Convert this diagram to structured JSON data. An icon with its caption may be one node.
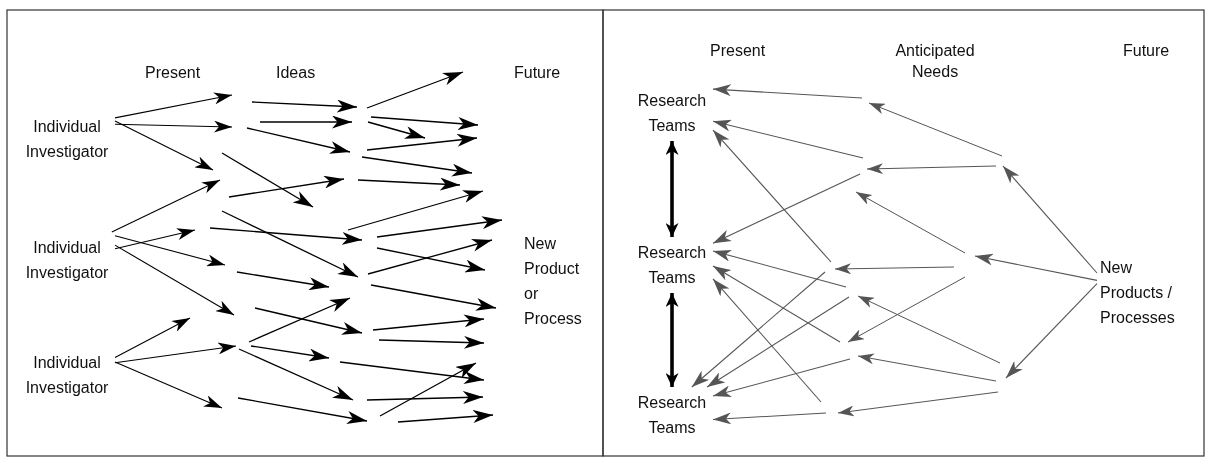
{
  "diagram": {
    "nodes": [
      {
        "text": [
          "Individual Investigator"
        ]
      },
      {
        "text": [
          "Individual Investigator"
        ]
      },
      {
        "text": [
          "Individual Investigator"
        ]
      },
      {
        "text": [
          "New Product or Process"
        ]
      },
      {
        "text": [
          "Research Teams"
        ]
      },
      {
        "text": [
          "Research Teams"
        ]
      },
      {
        "text": [
          "Research Teams"
        ]
      },
      {
        "text": [
          "New Products / Processes"
        ]
      }
    ],
    "edges": [
      {
        "from": 0,
        "to": null,
        "arrow": "to",
        "color": "#000000"
      },
      {
        "from": 0,
        "to": null,
        "arrow": "to",
        "color": "#000000"
      },
      {
        "from": 0,
        "to": null,
        "arrow": "to",
        "color": "#000000"
      },
      {
        "from": 1,
        "to": null,
        "arrow": "to",
        "color": "#000000"
      },
      {
        "from": 1,
        "to": null,
        "arrow": "to",
        "color": "#000000"
      },
      {
        "from": 1,
        "to": null,
        "arrow": "to",
        "color": "#000000"
      },
      {
        "from": 1,
        "to": null,
        "arrow": "to",
        "color": "#000000"
      },
      {
        "from": 2,
        "to": null,
        "arrow": "to",
        "color": "#000000"
      },
      {
        "from": 2,
        "to": null,
        "arrow": "to",
        "color": "#000000"
      },
      {
        "from": 2,
        "to": null,
        "arrow": "to",
        "color": "#000000"
      },
      {
        "from": 4,
        "to": 5,
        "arrow": "both",
        "style": "thick",
        "color": "#000000"
      },
      {
        "from": 5,
        "to": 6,
        "arrow": "both",
        "style": "thick",
        "color": "#000000"
      },
      {
        "from": null,
        "to": 4,
        "arrow": "to"
      },
      {
        "from": null,
        "to": 4,
        "arrow": "to"
      },
      {
        "from": null,
        "to": 4,
        "arrow": "to"
      },
      {
        "from": null,
        "to": 5,
        "arrow": "to"
      },
      {
        "from": null,
        "to": 5,
        "arrow": "to"
      },
      {
        "from": null,
        "to": 5,
        "arrow": "to"
      },
      {
        "from": null,
        "to": 5,
        "arrow": "to"
      },
      {
        "from": null,
        "to": 6,
        "arrow": "to"
      },
      {
        "from": null,
        "to": 6,
        "arrow": "to"
      },
      {
        "from": null,
        "to": 6,
        "arrow": "to"
      },
      {
        "from": null,
        "to": 6,
        "arrow": "to"
      },
      {
        "from": 7,
        "to": null,
        "arrow": "to"
      },
      {
        "from": 7,
        "to": null,
        "arrow": "to"
      },
      {
        "from": 7,
        "to": null,
        "arrow": "to"
      }
    ],
    "labels": [
      "Present",
      "Ideas",
      "Future",
      "Present",
      "Anticipated Needs",
      "Future"
    ]
  }
}
